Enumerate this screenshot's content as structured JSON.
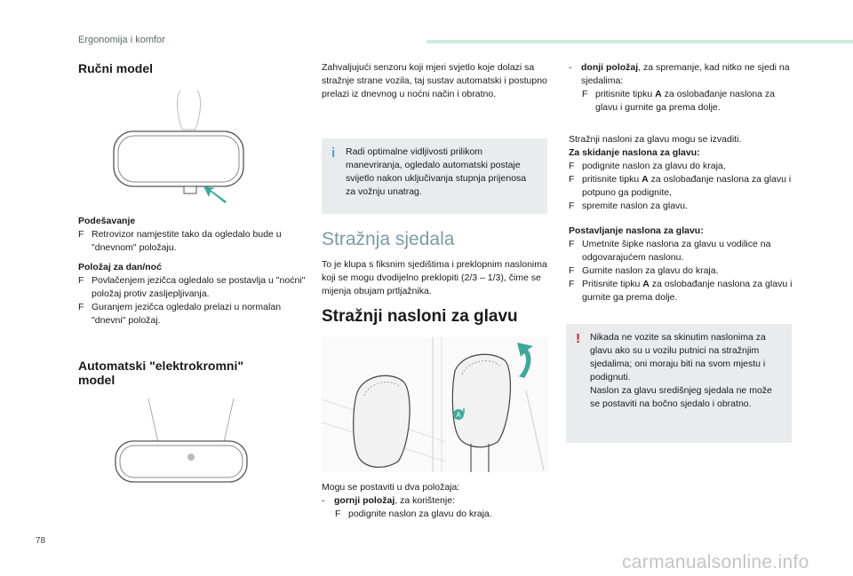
{
  "header": {
    "section": "Ergonomija i komfor",
    "page_number": "78"
  },
  "watermark": "carmanualsonline.info",
  "colors": {
    "accent_bar": "#c9ecdf",
    "info_marker": "#4aa3df",
    "warning_marker": "#d81e2a",
    "box_bg": "#e9ebec",
    "arrow": "#3fa89c"
  },
  "icons": {
    "bullet": "F",
    "info": "i",
    "warning": "!"
  },
  "left": {
    "manual_title": "Ručni model",
    "adjust_title": "Podešavanje",
    "adjust_items": [
      "Retrovizor namjestite tako da ogledalo bude u \"dnevnom\" položaju."
    ],
    "daynight_title": "Položaj za dan/noć",
    "daynight_items": [
      "Povlačenjem jezičca ogledalo se postavlja u \"noćni\" položaj protiv zasljepljivanja.",
      "Guranjem jezičca ogledalo prelazi u normalan \"dnevni\" položaj."
    ],
    "auto_title_line1": "Automatski \"elektrokromni\"",
    "auto_title_line2": "model"
  },
  "middle": {
    "intro": "Zahvaljujući senzoru koji mjeri svjetlo koje dolazi sa stražnje strane vozila, taj sustav automatski i postupno prelazi iz dnevnog u noćni način i obratno.",
    "info_box": "Radi optimalne vidljivosti prilikom manevriranja, ogledalo automatski postaje svijetlo nakon uključivanja stupnja prijenosa za vožnju unatrag.",
    "seats_title": "Stražnja sjedala",
    "seats_text": "To je klupa s fiksnim sjedištima i preklopnim naslonima koji se mogu dvodijelno preklopiti (2/3 – 1/3), čime se mijenja obujam prtljažnika.",
    "headrests_title": "Stražnji nasloni za glavu",
    "figure_label": "A",
    "positions_intro": "Mogu se postaviti u dva položaja:",
    "upper_label": "gornji položaj",
    "upper_rest": ", za korištenje:",
    "upper_step": "podignite naslon za glavu do kraja."
  },
  "right": {
    "lower_label": "donji položaj",
    "lower_rest": ", za spremanje, kad nitko ne sjedi na sjedalima:",
    "lower_step_pre": "pritisnite tipku ",
    "lower_step_key": "A",
    "lower_step_post": " za oslobađanje naslona za glavu i gurnite ga prema dolje.",
    "removable": "Stražnji nasloni za glavu mogu se izvaditi.",
    "remove_title": "Za skidanje naslona za glavu:",
    "remove_step1": "podignite naslon za glavu do kraja,",
    "remove_step2_pre": "pritisnite tipku ",
    "remove_step2_key": "A",
    "remove_step2_post": " za oslobađanje naslona za glavu i potpuno ga podignite,",
    "remove_step3": "spremite naslon za glavu.",
    "install_title": "Postavljanje naslona za glavu:",
    "install_step1": "Umetnite šipke naslona za glavu u vodilice na odgovarajućem naslonu.",
    "install_step2": "Gurnite naslon za glavu do kraja.",
    "install_step3_pre": "Pritisnite tipku ",
    "install_step3_key": "A",
    "install_step3_post": " za oslobađanje naslona za glavu i gurnite ga prema dolje.",
    "warning_p1": "Nikada ne vozite sa skinutim naslonima za glavu ako su u vozilu putnici na stražnjim sjedalima; oni moraju biti na svom mjestu i podignuti.",
    "warning_p2": "Naslon za glavu središnjeg sjedala ne može se postaviti na bočno sjedalo i obratno."
  }
}
